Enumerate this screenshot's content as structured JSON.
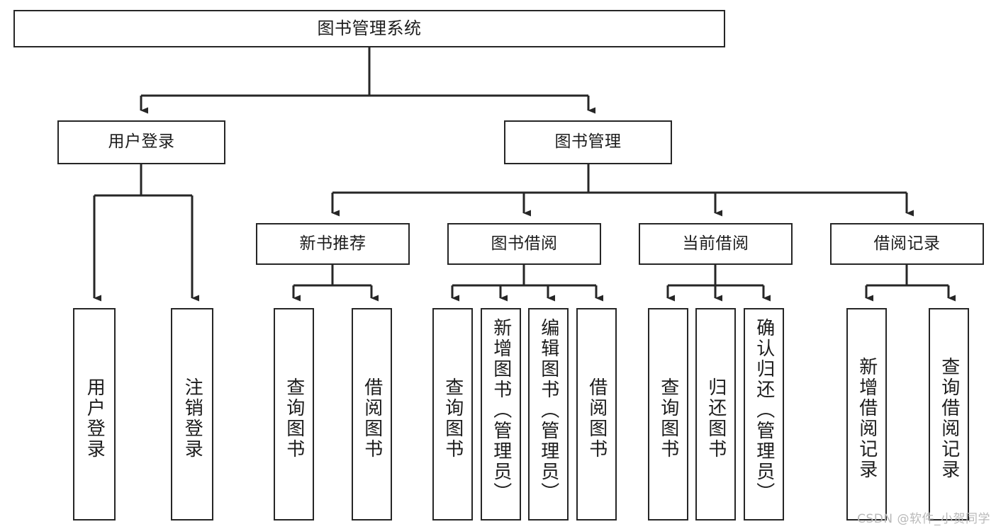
{
  "diagram": {
    "title": "图书管理系统",
    "type": "tree-hierarchy-chart",
    "root": {
      "id": "root",
      "label": "图书管理系统"
    },
    "level2": [
      {
        "id": "user-login",
        "label": "用户登录"
      },
      {
        "id": "book-management",
        "label": "图书管理"
      }
    ],
    "level3": [
      {
        "id": "new-book-recommend",
        "label": "新书推荐"
      },
      {
        "id": "book-borrow",
        "label": "图书借阅"
      },
      {
        "id": "current-borrow",
        "label": "当前借阅"
      },
      {
        "id": "borrow-record",
        "label": "借阅记录"
      }
    ],
    "leaves": [
      {
        "id": "leaf-user-login",
        "label": "用户登录",
        "parent": "user-login"
      },
      {
        "id": "leaf-logout",
        "label": "注销登录",
        "parent": "user-login"
      },
      {
        "id": "leaf-query-book-1",
        "label": "查询图书",
        "parent": "new-book-recommend"
      },
      {
        "id": "leaf-borrow-book-1",
        "label": "借阅图书",
        "parent": "new-book-recommend"
      },
      {
        "id": "leaf-query-book-2",
        "label": "查询图书",
        "parent": "book-borrow"
      },
      {
        "id": "leaf-add-book",
        "label": "新增图书（管理员）",
        "parent": "book-borrow"
      },
      {
        "id": "leaf-edit-book",
        "label": "编辑图书（管理员）",
        "parent": "book-borrow"
      },
      {
        "id": "leaf-borrow-book-2",
        "label": "借阅图书",
        "parent": "book-borrow"
      },
      {
        "id": "leaf-query-book-3",
        "label": "查询图书",
        "parent": "current-borrow"
      },
      {
        "id": "leaf-return-book",
        "label": "归还图书",
        "parent": "current-borrow"
      },
      {
        "id": "leaf-confirm-return",
        "label": "确认归还（管理员）",
        "parent": "current-borrow"
      },
      {
        "id": "leaf-add-record",
        "label": "新增借阅记录",
        "parent": "borrow-record"
      },
      {
        "id": "leaf-query-record",
        "label": "查询借阅记录",
        "parent": "borrow-record"
      }
    ]
  },
  "watermark": {
    "text": "CSDN @软件_小贺同学"
  },
  "colors": {
    "stroke": "#262626",
    "text": "#1c1c1c",
    "background": "#ffffff",
    "watermark": "#b9b9b9"
  }
}
